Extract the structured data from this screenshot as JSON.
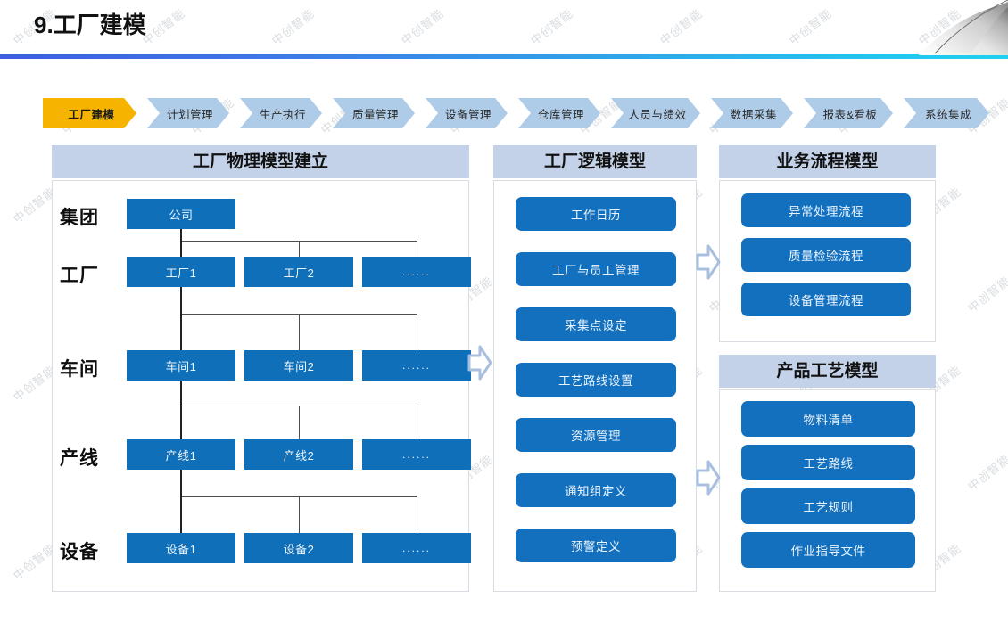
{
  "slide": {
    "title": "9.工厂建模",
    "watermark_text": "中创智能",
    "accent_blue": "#1270be",
    "header_blue": "#c3d2e8",
    "active_nav_color": "#f6b400",
    "nav_color": "#aecbe8"
  },
  "nav": {
    "items": [
      {
        "label": "工厂建模",
        "active": true
      },
      {
        "label": "计划管理",
        "active": false
      },
      {
        "label": "生产执行",
        "active": false
      },
      {
        "label": "质量管理",
        "active": false
      },
      {
        "label": "设备管理",
        "active": false
      },
      {
        "label": "仓库管理",
        "active": false
      },
      {
        "label": "人员与绩效",
        "active": false
      },
      {
        "label": "数据采集",
        "active": false
      },
      {
        "label": "报表&看板",
        "active": false
      },
      {
        "label": "系统集成",
        "active": false
      }
    ]
  },
  "physical_panel": {
    "title": "工厂物理模型建立",
    "rows": [
      {
        "label": "集团",
        "nodes": [
          "公司"
        ]
      },
      {
        "label": "工厂",
        "nodes": [
          "工厂1",
          "工厂2",
          "......"
        ]
      },
      {
        "label": "车间",
        "nodes": [
          "车间1",
          "车间2",
          "......"
        ]
      },
      {
        "label": "产线",
        "nodes": [
          "产线1",
          "产线2",
          "......"
        ]
      },
      {
        "label": "设备",
        "nodes": [
          "设备1",
          "设备2",
          "......"
        ]
      }
    ]
  },
  "logic_panel": {
    "title": "工厂逻辑模型",
    "items": [
      "工作日历",
      "工厂与员工管理",
      "采集点设定",
      "工艺路线设置",
      "资源管理",
      "通知组定义",
      "预警定义"
    ]
  },
  "process_panel": {
    "title": "业务流程模型",
    "items": [
      "异常处理流程",
      "质量检验流程",
      "设备管理流程"
    ]
  },
  "product_panel": {
    "title": "产品工艺模型",
    "items": [
      "物料清单",
      "工艺路线",
      "工艺规则",
      "作业指导文件"
    ]
  },
  "arrows": {
    "icon": "arrow-right-outline",
    "count": 3
  }
}
